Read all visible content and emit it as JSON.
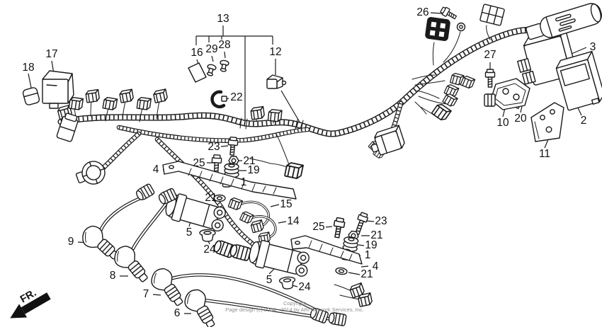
{
  "diagram": {
    "subject": "Wire harness exploded parts diagram",
    "colors": {
      "line": "#1a1a1a",
      "background": "#ffffff",
      "footer_text": "#8f8f8f"
    },
    "direction_indicator": {
      "label": "FR."
    },
    "footer": {
      "line1": "Copyright",
      "line2": "Page design (c) 2004 - 2014 by ARI Network Services, Inc."
    },
    "part_labels": [
      "18",
      "17",
      "13",
      "16",
      "29",
      "28",
      "12",
      "22",
      "26",
      "27",
      "3",
      "2",
      "10",
      "20",
      "11",
      "23",
      "25",
      "21",
      "19",
      "1",
      "4",
      "21",
      "15",
      "14",
      "9",
      "8",
      "7",
      "6",
      "5",
      "24",
      "25",
      "23",
      "21",
      "19",
      "1",
      "4",
      "21",
      "5",
      "24"
    ]
  }
}
